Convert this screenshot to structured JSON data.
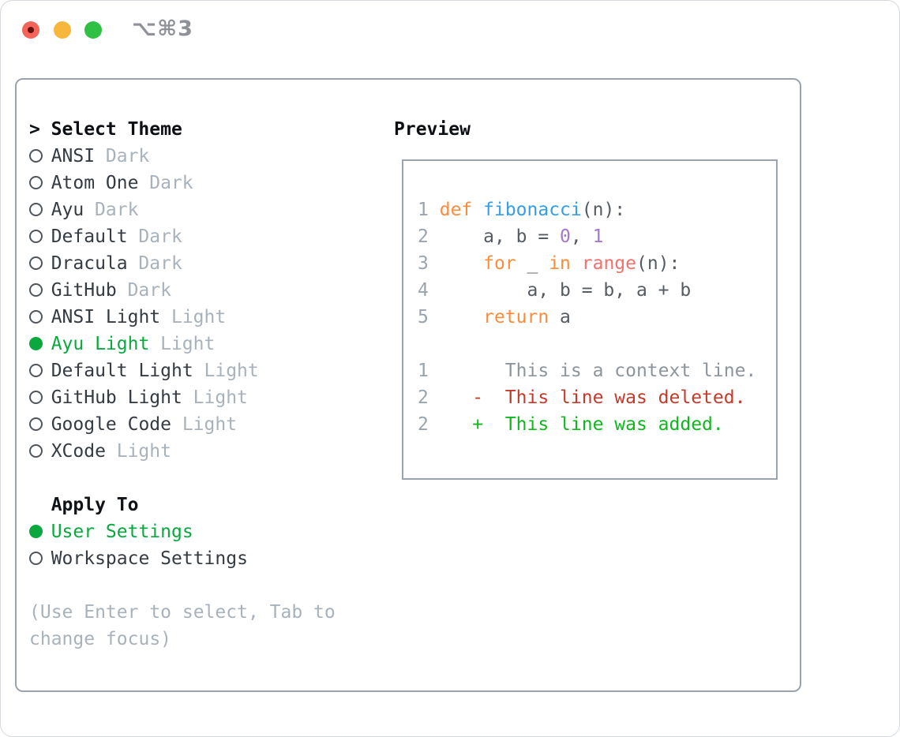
{
  "titlebar": {
    "title": "⌥⌘3"
  },
  "colors": {
    "selection_green": "#0aa83e",
    "diff_added_green": "#11b71f",
    "diff_deleted_red": "#c23b2b",
    "syntax_keyword_orange": "#f98d3d",
    "syntax_function_blue": "#369ee5",
    "syntax_number_purple": "#a279cc",
    "syntax_call_pink": "#f3716f",
    "muted_gray": "#a8b2bc",
    "panel_border": "#9ba3ac",
    "traffic_red": "#f4645a",
    "traffic_yellow": "#f6b73c",
    "traffic_green": "#30c043"
  },
  "theme_list": {
    "prompt": ">",
    "header": "Select Theme",
    "items": [
      {
        "name": "ANSI",
        "variant": "Dark",
        "selected": false
      },
      {
        "name": "Atom One",
        "variant": "Dark",
        "selected": false
      },
      {
        "name": "Ayu",
        "variant": "Dark",
        "selected": false
      },
      {
        "name": "Default",
        "variant": "Dark",
        "selected": false
      },
      {
        "name": "Dracula",
        "variant": "Dark",
        "selected": false
      },
      {
        "name": "GitHub",
        "variant": "Dark",
        "selected": false
      },
      {
        "name": "ANSI Light",
        "variant": "Light",
        "selected": false
      },
      {
        "name": "Ayu Light",
        "variant": "Light",
        "selected": true
      },
      {
        "name": "Default Light",
        "variant": "Light",
        "selected": false
      },
      {
        "name": "GitHub Light",
        "variant": "Light",
        "selected": false
      },
      {
        "name": "Google Code",
        "variant": "Light",
        "selected": false
      },
      {
        "name": "XCode",
        "variant": "Light",
        "selected": false
      }
    ]
  },
  "apply_to": {
    "header": "Apply To",
    "options": [
      {
        "label": "User Settings",
        "selected": true
      },
      {
        "label": "Workspace Settings",
        "selected": false
      }
    ]
  },
  "help": {
    "line1": "(Use Enter to select, Tab to",
    "line2": "change focus)"
  },
  "preview": {
    "header": "Preview",
    "code_lines": [
      [
        {
          "c": "ln",
          "t": "1"
        },
        {
          "c": "pl",
          "t": " "
        },
        {
          "c": "kw",
          "t": "def"
        },
        {
          "c": "pl",
          "t": " "
        },
        {
          "c": "fn",
          "t": "fibonacci"
        },
        {
          "c": "pl",
          "t": "(n):"
        }
      ],
      [
        {
          "c": "ln",
          "t": "2"
        },
        {
          "c": "pl",
          "t": "     a, b = "
        },
        {
          "c": "num",
          "t": "0"
        },
        {
          "c": "pl",
          "t": ", "
        },
        {
          "c": "num",
          "t": "1"
        }
      ],
      [
        {
          "c": "ln",
          "t": "3"
        },
        {
          "c": "pl",
          "t": "     "
        },
        {
          "c": "kw",
          "t": "for"
        },
        {
          "c": "pl",
          "t": " _ "
        },
        {
          "c": "kw",
          "t": "in"
        },
        {
          "c": "pl",
          "t": " "
        },
        {
          "c": "call",
          "t": "range"
        },
        {
          "c": "pl",
          "t": "(n):"
        }
      ],
      [
        {
          "c": "ln",
          "t": "4"
        },
        {
          "c": "pl",
          "t": "         a, b = b, a + b"
        }
      ],
      [
        {
          "c": "ln",
          "t": "5"
        },
        {
          "c": "pl",
          "t": "     "
        },
        {
          "c": "kw",
          "t": "return"
        },
        {
          "c": "pl",
          "t": " a"
        }
      ],
      [],
      [
        {
          "c": "ln",
          "t": "1"
        },
        {
          "c": "pl",
          "t": "       "
        },
        {
          "c": "ctx",
          "t": "This is a context line."
        }
      ],
      [
        {
          "c": "ln",
          "t": "2"
        },
        {
          "c": "pl",
          "t": "    "
        },
        {
          "c": "del",
          "t": "-  This line was deleted."
        }
      ],
      [
        {
          "c": "ln",
          "t": "2"
        },
        {
          "c": "pl",
          "t": "    "
        },
        {
          "c": "add",
          "t": "+  This line was added."
        }
      ]
    ]
  }
}
